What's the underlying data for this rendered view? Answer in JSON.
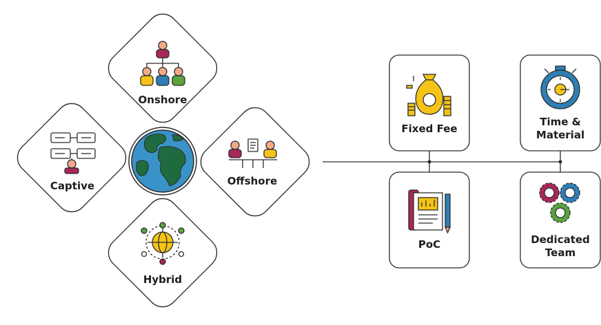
{
  "engagement_models": [
    {
      "id": "onshore",
      "label": "Onshore",
      "icon": "org-hierarchy-icon"
    },
    {
      "id": "captive",
      "label": "Captive",
      "icon": "team-network-icon"
    },
    {
      "id": "offshore",
      "label": "Offshore",
      "icon": "meeting-people-icon"
    },
    {
      "id": "hybrid",
      "label": "Hybrid",
      "icon": "globe-network-icon"
    }
  ],
  "center_icon": "globe-icon",
  "pricing_models": [
    {
      "id": "fixed-fee",
      "label": "Fixed Fee",
      "icon": "money-bag-icon"
    },
    {
      "id": "time-material",
      "label_line1": "Time &",
      "label_line2": "Material",
      "icon": "stopwatch-icon"
    },
    {
      "id": "poc",
      "label": "PoC",
      "icon": "report-document-icon"
    },
    {
      "id": "dedicated-team",
      "label_line1": "Dedicated",
      "label_line2": "Team",
      "icon": "gears-team-icon"
    }
  ],
  "colors": {
    "outline": "#2b2b2b",
    "globe_ocean": "#3a93c8",
    "globe_land": "#1f6b3f",
    "yellow": "#f5c316",
    "magenta": "#a8275a",
    "blue": "#2f7fb6",
    "green": "#5aa33f",
    "skin": "#f3a98a"
  }
}
